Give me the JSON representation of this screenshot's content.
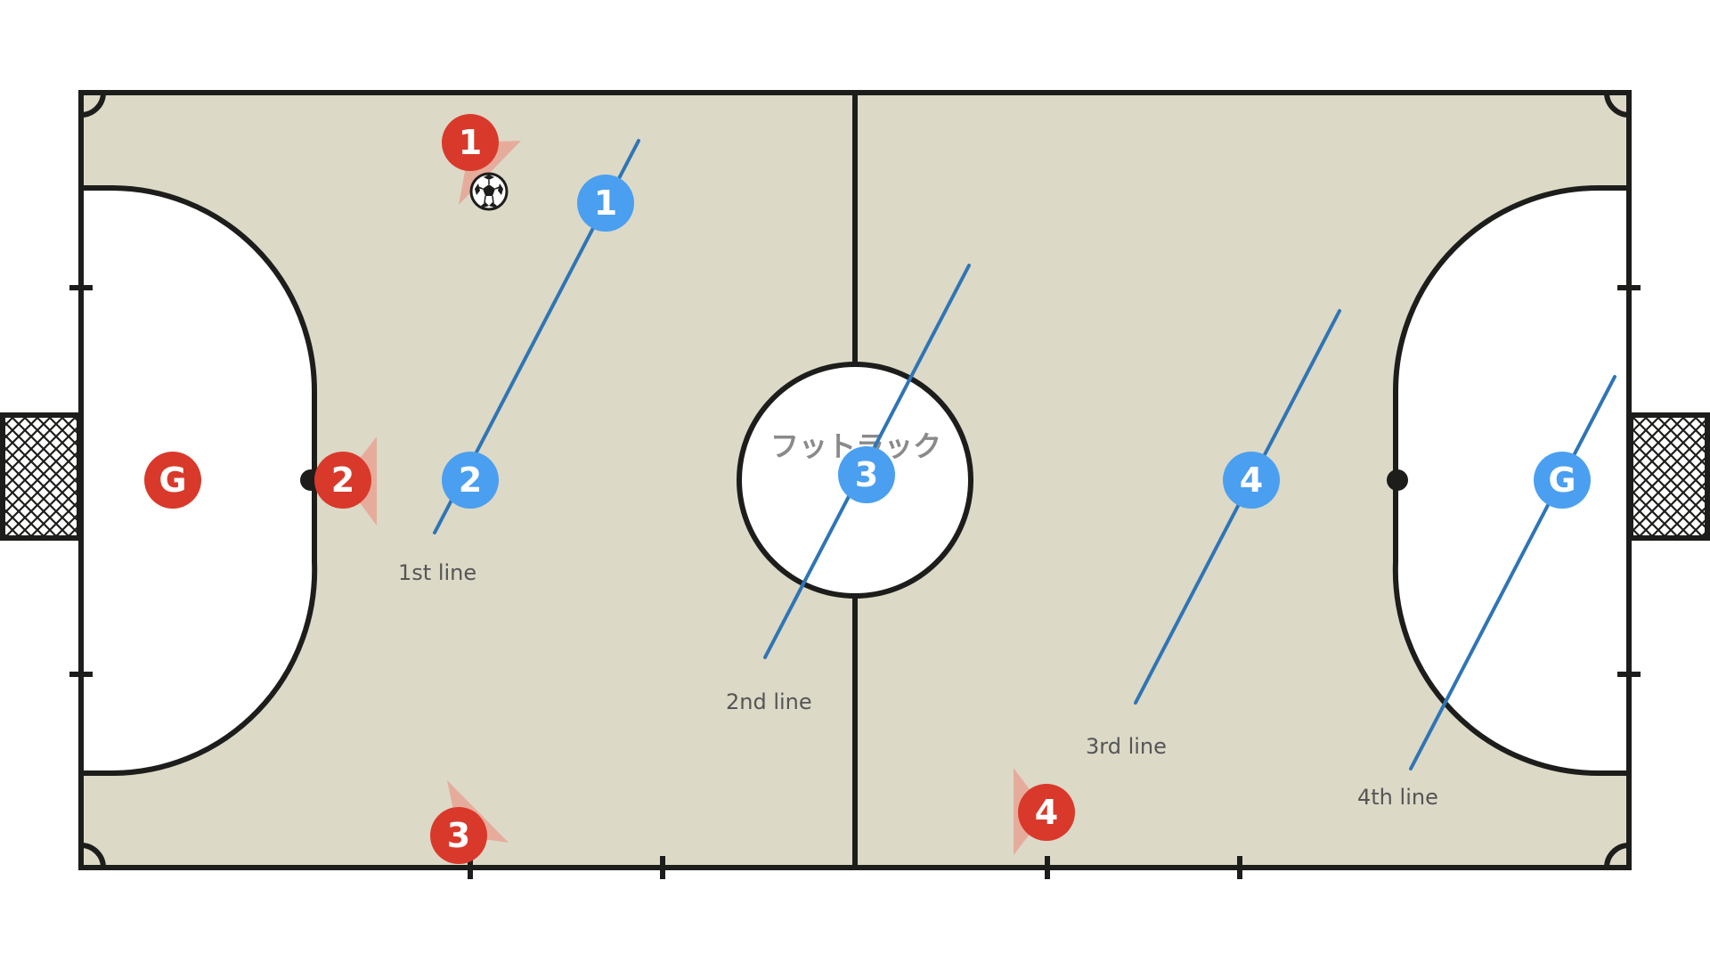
{
  "watermark": "フットラック",
  "colors": {
    "court_fill": "#dcd9c7",
    "court_line": "#1d1d1b",
    "team_red": "#d9392b",
    "team_blue": "#4a9ff0",
    "defense_line": "#2f75b5",
    "vision_cone": "#e8a090"
  },
  "lines": [
    {
      "id": "1st",
      "label": "1st line"
    },
    {
      "id": "2nd",
      "label": "2nd line"
    },
    {
      "id": "3rd",
      "label": "3rd line"
    },
    {
      "id": "4th",
      "label": "4th line"
    }
  ],
  "red_team": [
    {
      "label": "G"
    },
    {
      "label": "1"
    },
    {
      "label": "2"
    },
    {
      "label": "3"
    },
    {
      "label": "4"
    }
  ],
  "blue_team": [
    {
      "label": "1"
    },
    {
      "label": "2"
    },
    {
      "label": "3"
    },
    {
      "label": "4"
    },
    {
      "label": "G"
    }
  ],
  "ball": {
    "icon": "soccer-ball-icon"
  }
}
